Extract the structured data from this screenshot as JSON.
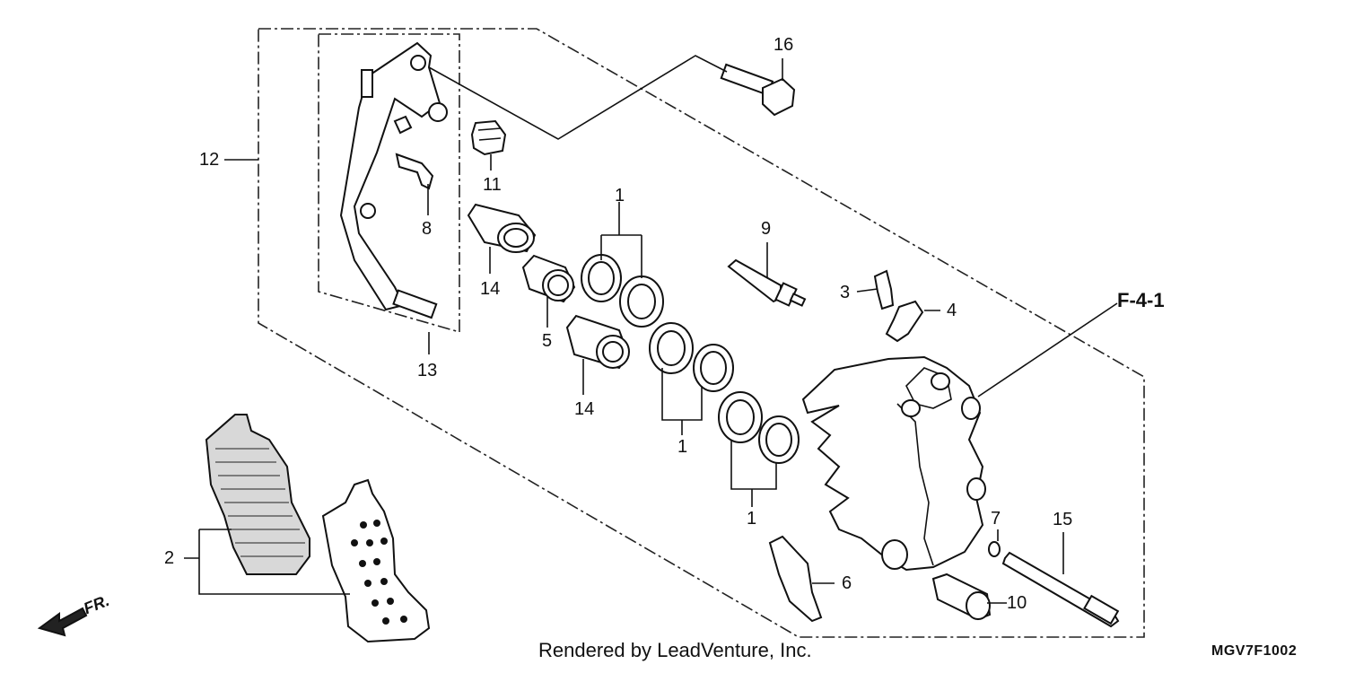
{
  "diagram": {
    "reference_label": "F-4-1",
    "credit": "Rendered by LeadVenture, Inc.",
    "diagram_code": "MGV7F1002",
    "direction_marker": "FR.",
    "callouts": {
      "c1a": "1",
      "c1b": "1",
      "c1c": "1",
      "c2": "2",
      "c3": "3",
      "c4": "4",
      "c5": "5",
      "c6": "6",
      "c7": "7",
      "c8": "8",
      "c9": "9",
      "c10": "10",
      "c11": "11",
      "c12": "12",
      "c13": "13",
      "c14a": "14",
      "c14b": "14",
      "c15": "15",
      "c16": "16"
    }
  }
}
